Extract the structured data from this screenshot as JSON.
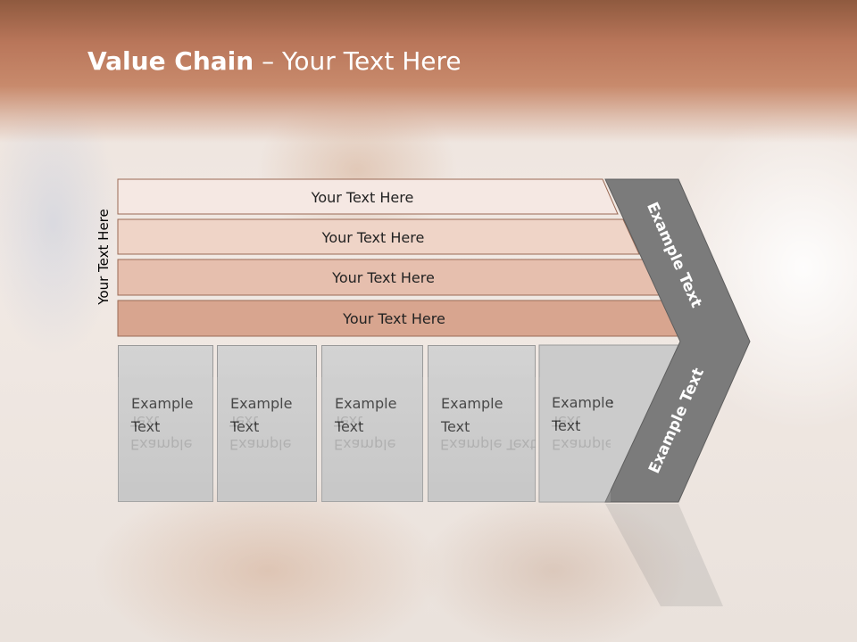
{
  "slide": {
    "title_bold": "Value Chain",
    "title_rest": " – Your Text Here",
    "side_label": "Your Text Here"
  },
  "bands": [
    {
      "label": "Your Text Here",
      "fill": "#f5e8e3"
    },
    {
      "label": "Your Text Here",
      "fill": "#efd4c7"
    },
    {
      "label": "Your Text Here",
      "fill": "#e6bfae"
    },
    {
      "label": "Your Text Here",
      "fill": "#d8a58f"
    }
  ],
  "activities": [
    {
      "line1": "Example",
      "line2": "Text"
    },
    {
      "line1": "Example",
      "line2": "Text"
    },
    {
      "line1": "Example",
      "line2": "Text"
    },
    {
      "line1": "Example",
      "line2": "Text"
    },
    {
      "line1": "Example",
      "line2": "Text"
    }
  ],
  "margin": {
    "upper_label": "Example Text",
    "lower_label": "Example Text",
    "fill": "#7b7b7b"
  },
  "colors": {
    "header": "#b9765a",
    "activity_fill": "#cccccc",
    "band_border": "#9a6a55"
  }
}
